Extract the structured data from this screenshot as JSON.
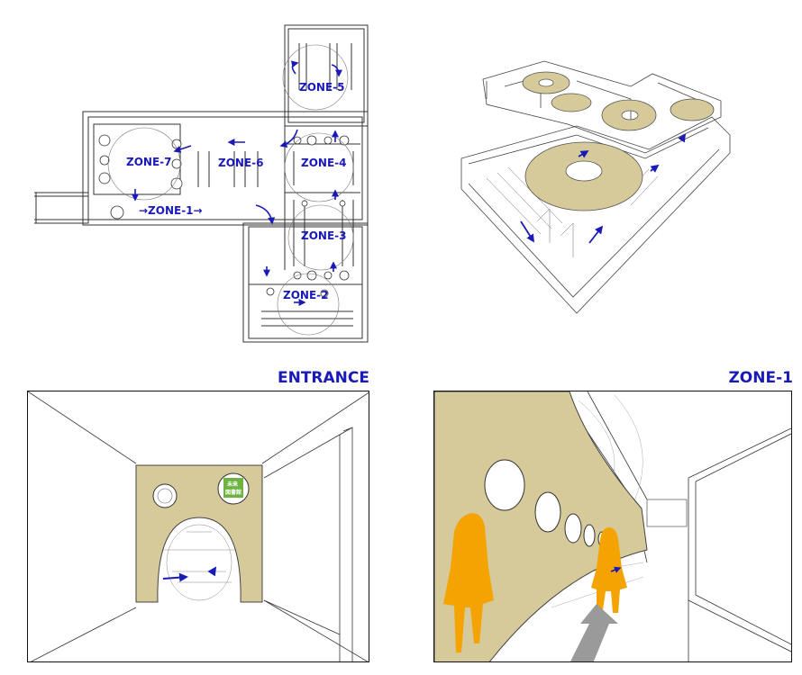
{
  "plan": {
    "zones": [
      {
        "id": "zone-5",
        "label": "ZONE-5"
      },
      {
        "id": "zone-7",
        "label": "ZONE-7"
      },
      {
        "id": "zone-6",
        "label": "ZONE-6"
      },
      {
        "id": "zone-4",
        "label": "ZONE-4"
      },
      {
        "id": "zone-1",
        "label": "→ZONE-1→"
      },
      {
        "id": "zone-3",
        "label": "ZONE-3"
      },
      {
        "id": "zone-2",
        "label": "ZONE-2"
      }
    ]
  },
  "views": {
    "entrance": {
      "title": "ENTRANCE",
      "sign_text_1": "未来",
      "sign_text_2": "図書館"
    },
    "zone1": {
      "title": "ZONE-1"
    }
  },
  "colors": {
    "wall_fill": "#d6c99a",
    "zone_label": "#1a1ab8",
    "arrow": "#1a1ab8",
    "figure": "#f5a300",
    "sign_green": "#6cb33f",
    "line": "#333333",
    "guide_arrow": "#9a9a9a"
  },
  "icons": {
    "flow_arrow": "flow-arrow-icon",
    "guide_arrow": "guide-arrow-icon",
    "person_figure": "person-figure-icon"
  }
}
